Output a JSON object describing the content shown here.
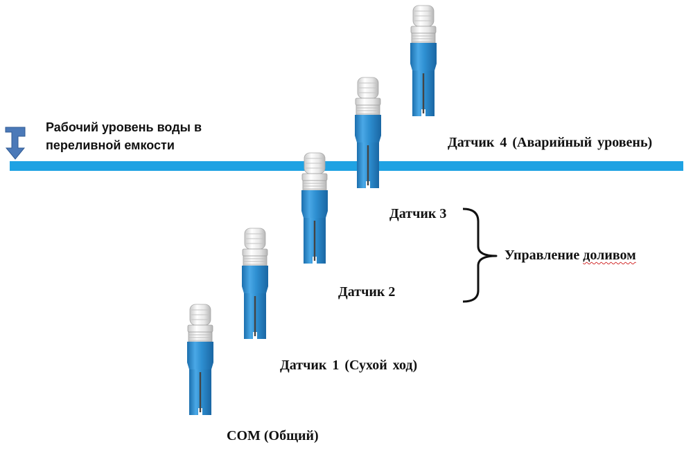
{
  "water_level_label": {
    "line1": "Рабочий уровень воды в",
    "line2": "переливной емкости"
  },
  "sensors": [
    {
      "id": "com",
      "label": "COM (Общий)"
    },
    {
      "id": "s1",
      "label": "Датчик 1 (Сухой ход)"
    },
    {
      "id": "s2",
      "label": "Датчик 2"
    },
    {
      "id": "s3",
      "label": "Датчик 3"
    },
    {
      "id": "s4",
      "label": "Датчик 4 (Аварийный уровень)"
    }
  ],
  "control_label": {
    "prefix": "Управление ",
    "underlined_word": "доливом"
  },
  "colors": {
    "water_line": "#1fa2e3",
    "probe_body": "#2e8fd1",
    "probe_body_light": "#4aa8e6",
    "probe_body_dark": "#1c6fae",
    "gland": "#eeeeee",
    "arrow": "#4b79b8",
    "text": "#111111",
    "spellcheck_underline": "#d32f2f"
  },
  "icons": {
    "arrow": "down-left-bent-arrow-icon",
    "brace": "right-curly-brace-icon",
    "probe": "level-sensor-probe-icon"
  }
}
